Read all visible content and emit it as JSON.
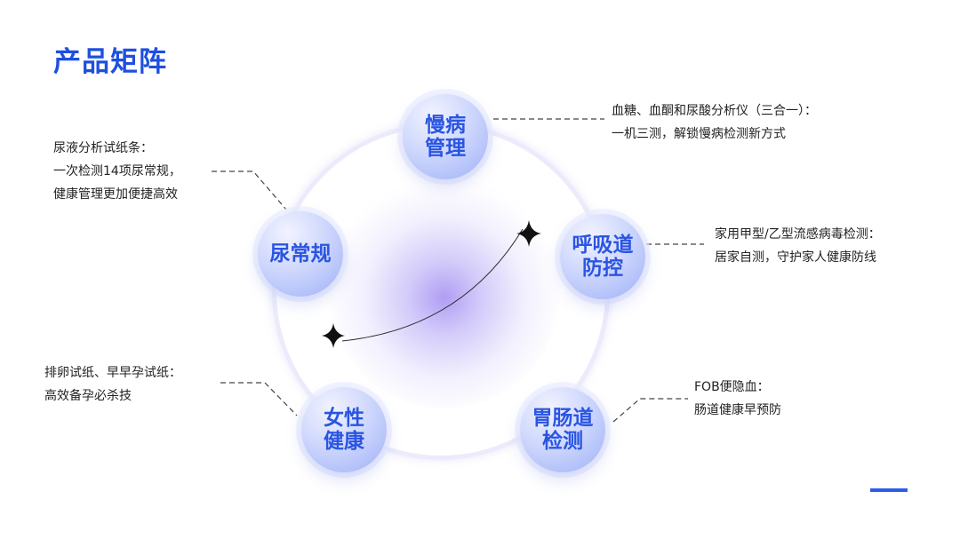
{
  "title": "产品矩阵",
  "nodes": {
    "chronic": {
      "line1": "慢病",
      "line2": "管理"
    },
    "respiratory": {
      "line1": "呼吸道",
      "line2": "防控"
    },
    "gastro": {
      "line1": "胃肠道",
      "line2": "检测"
    },
    "women": {
      "line1": "女性",
      "line2": "健康"
    },
    "urine": {
      "line1": "尿常规"
    }
  },
  "notes": {
    "chronic": {
      "line1": "血糖、血酮和尿酸分析仪（三合一）：",
      "line2": "一机三测，解锁慢病检测新方式"
    },
    "respiratory": {
      "line1": "家用甲型/乙型流感病毒检测：",
      "line2": "居家自测，守护家人健康防线"
    },
    "gastro": {
      "line1": "FOB便隐血：",
      "line2": "肠道健康早预防"
    },
    "women": {
      "line1": "排卵试纸、早早孕试纸：",
      "line2": "高效备孕必杀技"
    },
    "urine": {
      "line1": "尿液分析试纸条：",
      "line2": "一次检测14项尿常规，",
      "line3": "健康管理更加便捷高效"
    }
  },
  "colors": {
    "accent": "#1f4fe0",
    "node_text": "#2a55e2",
    "ring": "#ecebfb",
    "connector": "#444444"
  }
}
